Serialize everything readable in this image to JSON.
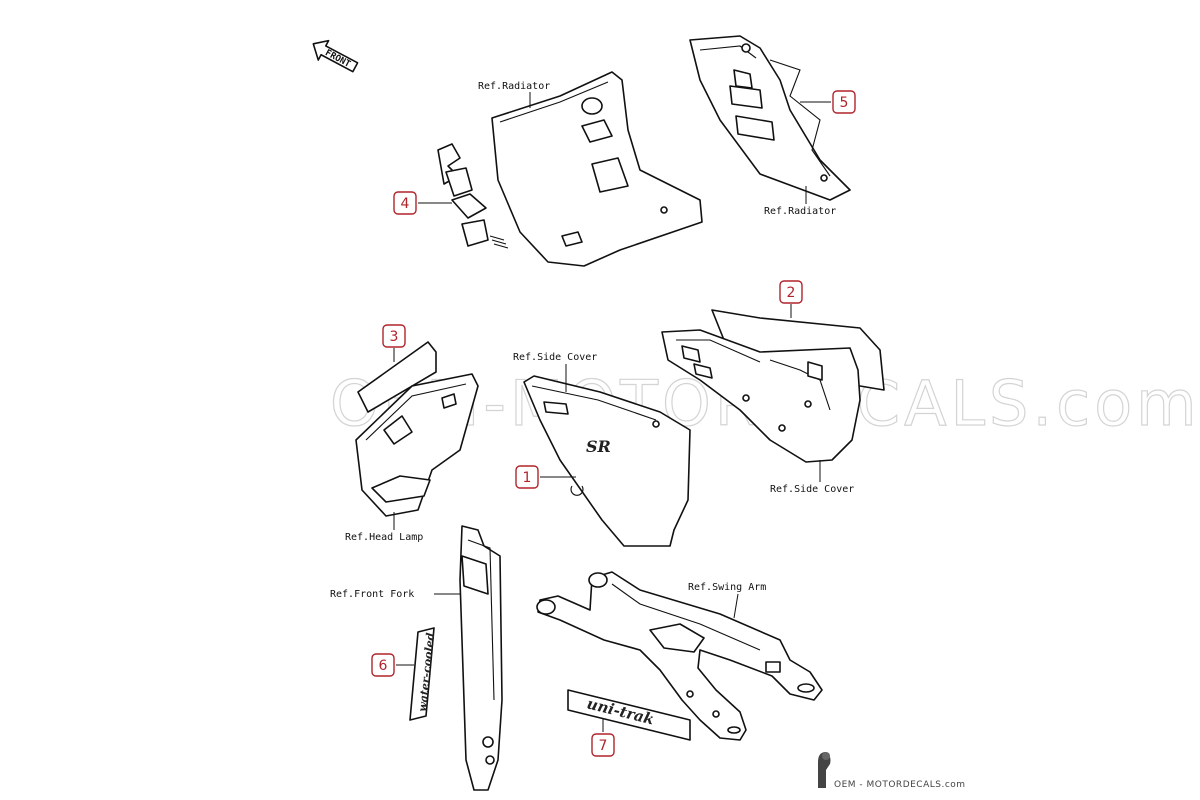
{
  "front_label": "FRONT",
  "watermark": "OEM-MOTORDECALS.com",
  "footer_brand": "OEM - MOTORDECALS.com",
  "refs": {
    "radiator_left": "Ref.Radiator",
    "radiator_right": "Ref.Radiator",
    "side_cover_left": "Ref.Side Cover",
    "side_cover_right": "Ref.Side Cover",
    "head_lamp": "Ref.Head Lamp",
    "front_fork": "Ref.Front Fork",
    "swing_arm": "Ref.Swing Arm"
  },
  "callouts": {
    "c1": "1",
    "c2": "2",
    "c3": "3",
    "c4": "4",
    "c5": "5",
    "c6": "6",
    "c7": "7"
  },
  "decals": {
    "side_logo": "SR",
    "fork_decal": "water-cooled",
    "swing_decal": "uni-trak"
  },
  "colors": {
    "callout": "#b0242b",
    "line": "#111111",
    "watermark": "#d4d4d4"
  }
}
